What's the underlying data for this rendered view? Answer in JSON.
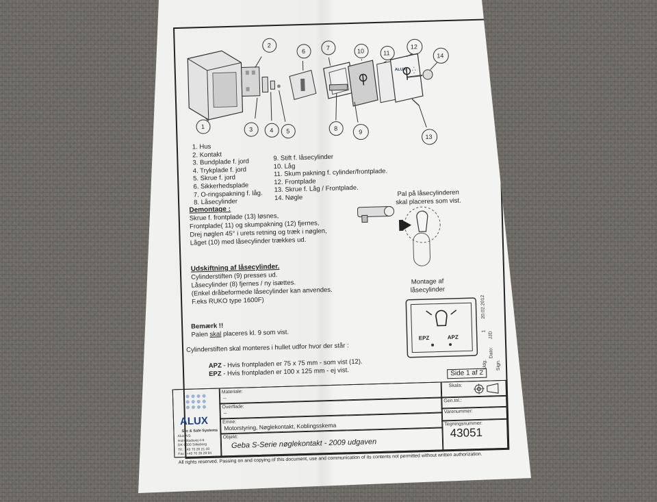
{
  "parts": [
    "1. Hus",
    "2. Kontakt",
    "3. Bundplade f. jord",
    "4. Trykplade f. jord",
    "5. Skrue f. jord",
    "6. Sikkerhedsplade",
    "7. O-ringspakning f. låg.",
    "8. Låsecylinder",
    "9. Stift f. låsecylinder",
    "10. Låg",
    "11. Skum pakning f. cylinder/frontplade.",
    "12. Frontplade",
    "13. Skrue f. Låg / Frontplade.",
    "14. Nøgle"
  ],
  "callouts": [
    "1",
    "2",
    "3",
    "4",
    "5",
    "6",
    "7",
    "8",
    "9",
    "10",
    "11",
    "12",
    "13",
    "14"
  ],
  "demontage": {
    "heading": "Demontage :",
    "lines": [
      "Skrue f. frontplade (13) løsnes,",
      "Frontplade( 11) og skumpakning (12) fjernes,",
      "Drej nøglen 45° i urets retning og træk i nøglen,",
      "Låget (10) med låsecylinder trækkes ud."
    ]
  },
  "pal_note": [
    "Pal på låsecylinderen",
    "skal placeres som vist."
  ],
  "udskiftning": {
    "heading": "Udskiftning af låsecylinder.",
    "lines": [
      "Cylinderstiften (9) presses ud.",
      "Låsecylinder (8) fjernes / ny isættes.",
      "(Enkel dråbeformede låsecylinder kan anvendes.",
      "F.eks RUKO type 1600F)"
    ]
  },
  "montage": [
    "Montage af",
    "låsecylinder"
  ],
  "montage_labels": {
    "left": "EPZ",
    "right": "APZ"
  },
  "bemaerk": {
    "heading": "Bemærk !!",
    "line_pre": "Palen ",
    "line_u": "skal",
    "line_post": " placeres kl. 9 som vist.",
    "line2": "Cylinderstiften skal monteres i hullet udfor hvor der står :"
  },
  "apz": {
    "label": "APZ",
    "text": " - Hvis frontpladen er 75 x 75 mm - som vist (12)."
  },
  "epz": {
    "label": "EPZ",
    "text": " - Hvis frontpladen er 100 x 125 mm - ej vist."
  },
  "side": "Side 1 af 2",
  "revision": {
    "date": "20.02.2012",
    "sign": "JJD",
    "num": "1",
    "labels": [
      "Udg.",
      "Dato:",
      "Sign."
    ]
  },
  "title_block": {
    "materiale_label": "Materiale:",
    "materiale_val": "--",
    "overflade_label": "Overflade:",
    "overflade_val": "--",
    "emne_label": "Emne:",
    "emne_val": "Motorstyring, Nøglekontakt, Koblingsskema",
    "objekt_label": "Objekt:",
    "objekt_val": "Geba S-Serie nøglekontakt - 2009 udgaven",
    "skala_label": "Skala:",
    "gen_tol_label": "Gen.tol.:",
    "varenummer_label": "Varenummer:",
    "tegning_label": "Tegningsnummer:",
    "tegning_val": "43051"
  },
  "company": {
    "name": "ALUX",
    "tagline": "Sec & Safe Systems",
    "address": [
      "Alux A/S",
      "Holmbladsvej 4-6",
      "DK-8600 Silkeborg",
      "Tlf.: +45 70 26 21 40",
      "Fax : +45 70 26 29 94"
    ]
  },
  "rights": "All rights reserved. Passing on and copying of this document, use and communication of its contents not permitted without written authorization."
}
